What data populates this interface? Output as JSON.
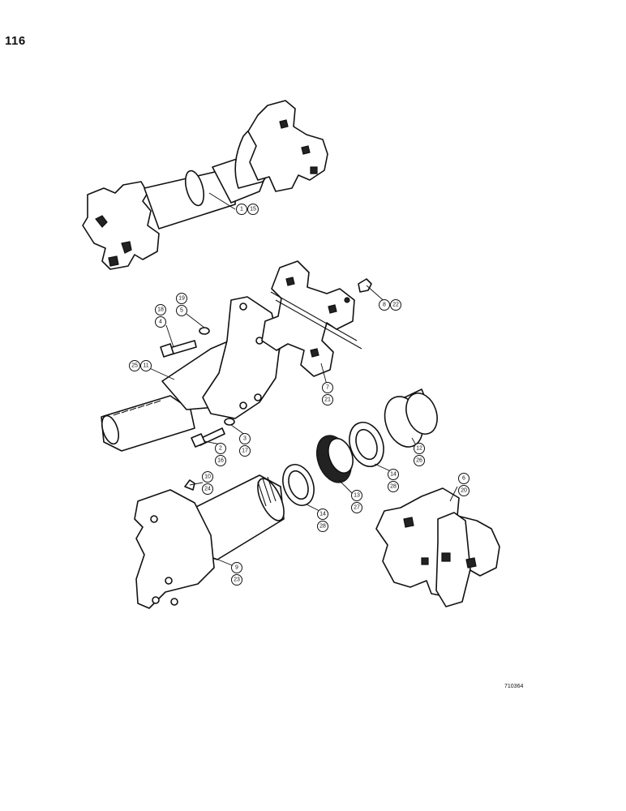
{
  "page": {
    "number": "116",
    "drawing_code": "710364"
  },
  "callouts": {
    "c1": "1",
    "c15": "15",
    "c8": "8",
    "c22": "22",
    "c19": "19",
    "c5": "5",
    "c18": "18",
    "c4": "4",
    "c25": "25",
    "c11": "11",
    "c7": "7",
    "c21": "21",
    "c3": "3",
    "c17": "17",
    "c2": "2",
    "c16": "16",
    "c12": "12",
    "c26": "26",
    "c14a": "14",
    "c28a": "28",
    "c10": "10",
    "c24": "24",
    "c13": "13",
    "c27": "27",
    "c14b": "14",
    "c28b": "28",
    "c6": "6",
    "c20": "20",
    "c9": "9",
    "c23": "23"
  }
}
